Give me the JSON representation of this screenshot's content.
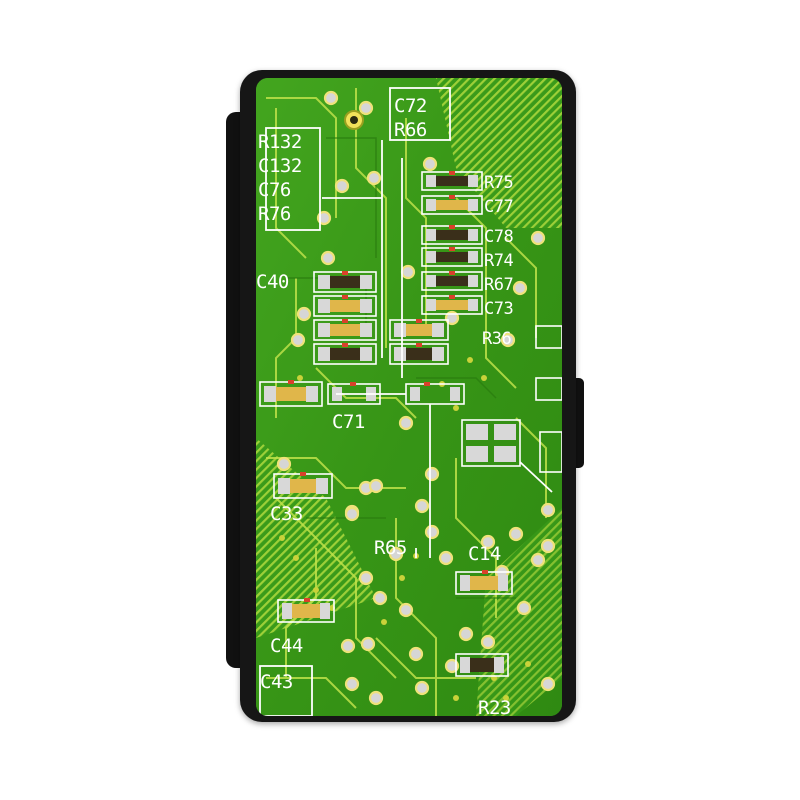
{
  "image": {
    "subject": "phone-flip-case",
    "colors": {
      "case": "#161616",
      "board": "#3a9b1a",
      "board_dark": "#2b7d10",
      "trace": "#c4e44a",
      "silkscreen": "#ffffff",
      "pad": "#d9d9d9",
      "component_body": "#e0b64a"
    }
  },
  "silkscreen_labels": {
    "c72": "C72",
    "r66": "R66",
    "r132": "R132",
    "c132": "C132",
    "c76": "C76",
    "r76": "R76",
    "c40": "C40",
    "r75": "R75",
    "c77": "C77",
    "c78": "C78",
    "r74": "R74",
    "r67": "R67",
    "c73": "C73",
    "r36": "R36",
    "c71": "C71",
    "c33": "C33",
    "r65": "R65",
    "c14": "C14",
    "c44": "C44",
    "c43": "C43",
    "r23": "R23"
  }
}
